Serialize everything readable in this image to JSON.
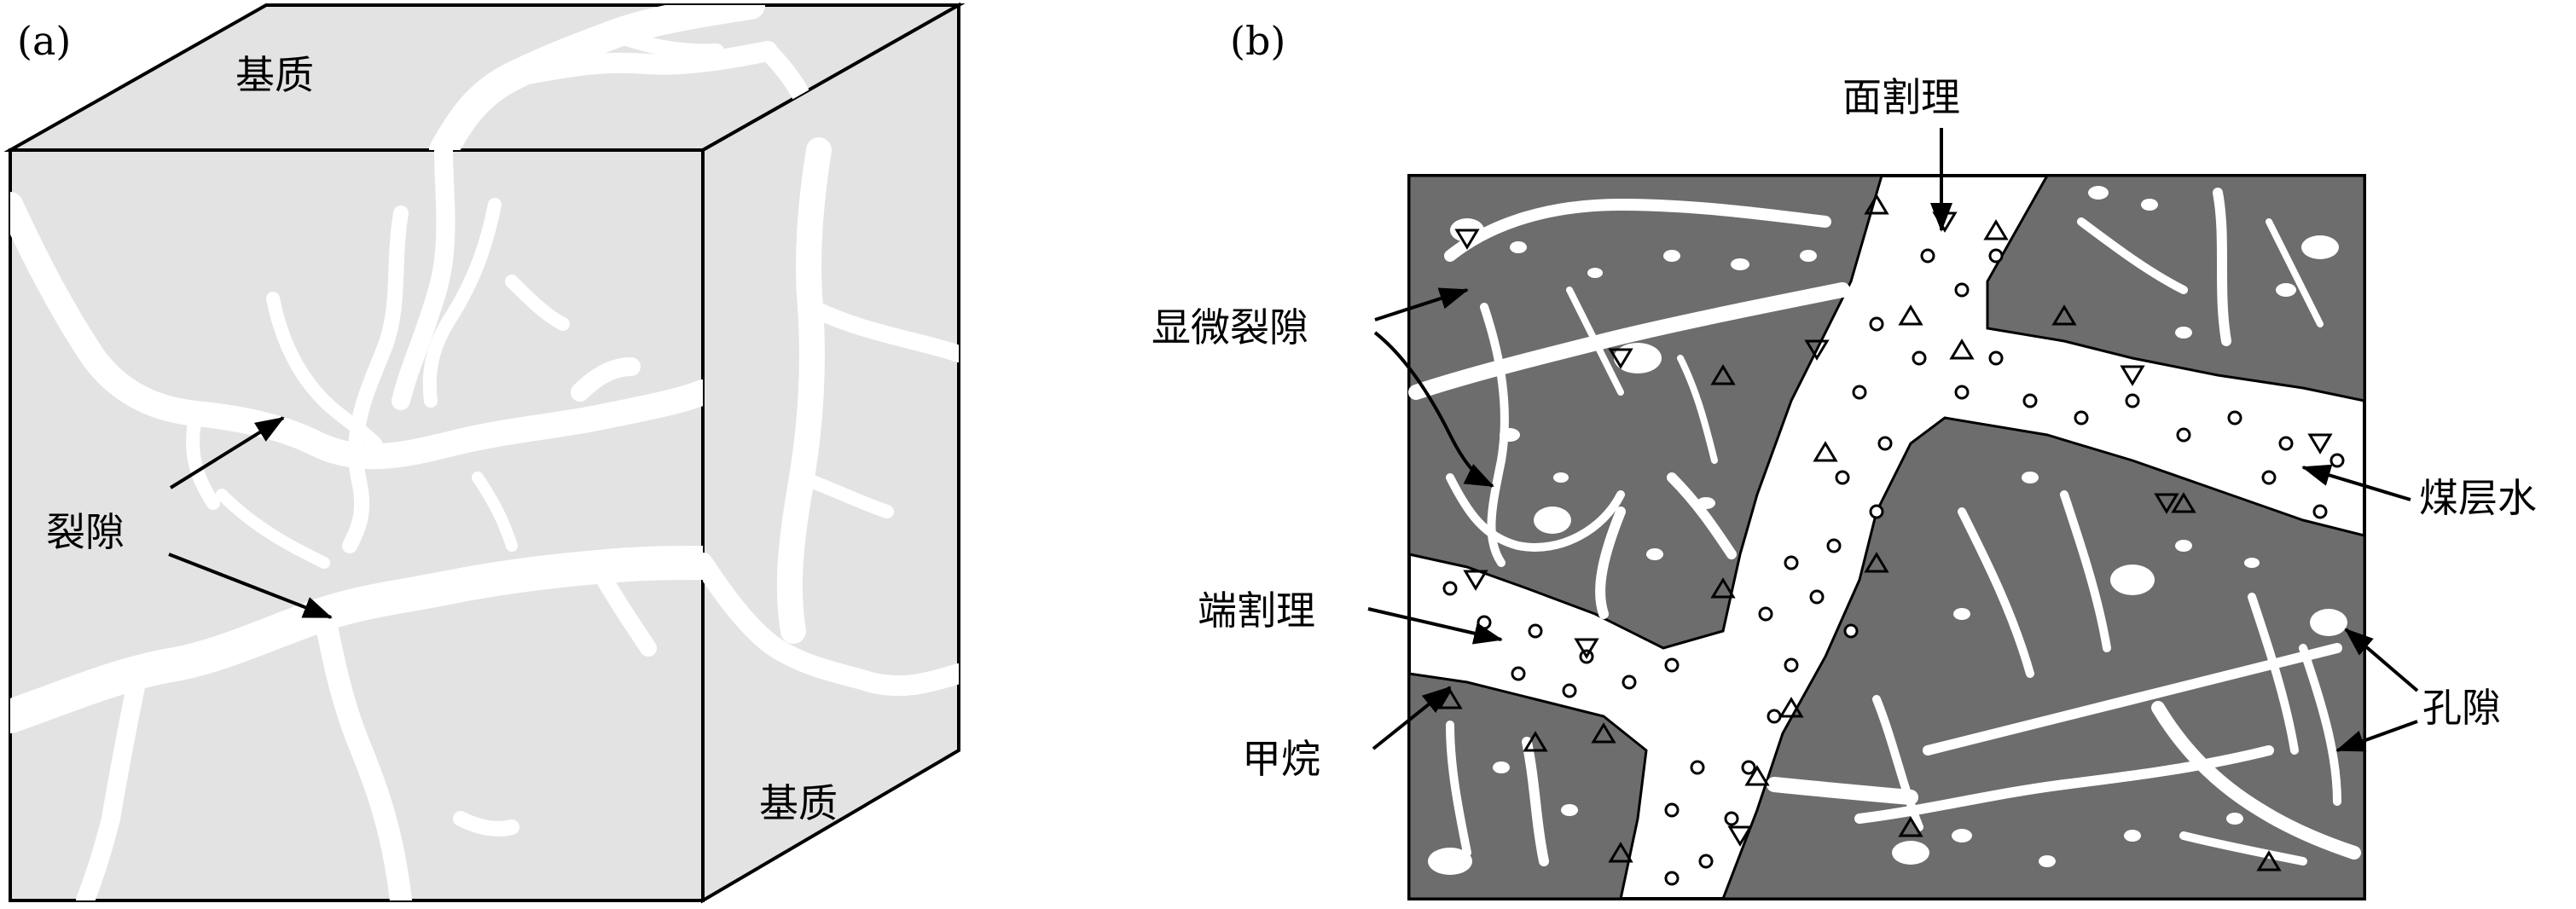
{
  "panel_a": {
    "tag": "(a)",
    "labels": {
      "matrix_top": "基质",
      "matrix_side": "基质",
      "fracture": "裂隙"
    }
  },
  "panel_b": {
    "tag": "(b)",
    "labels": {
      "face_cleat": "面割理",
      "microfracture": "显微裂隙",
      "coal_water": "煤层水",
      "butt_cleat": "端割理",
      "methane": "甲烷",
      "pore": "孔隙"
    }
  },
  "colors": {
    "matrix_light": "#e3e3e3",
    "matrix_dark": "#6d6d6d",
    "fracture": "#ffffff",
    "line": "#000000"
  }
}
